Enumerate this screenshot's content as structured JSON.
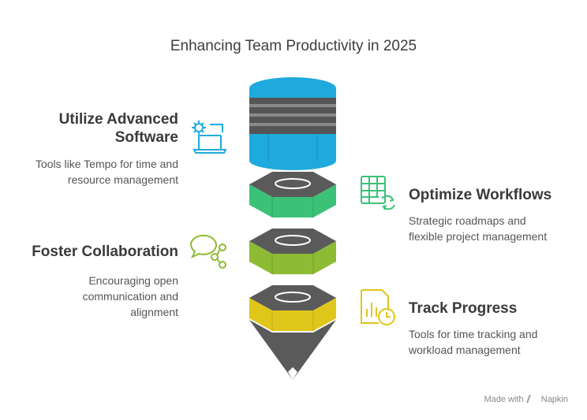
{
  "title": "Enhancing Team Productivity in 2025",
  "items": [
    {
      "heading": "Utilize Advanced Software",
      "desc_lines": [
        "Tools like Tempo for time and",
        "resource management"
      ],
      "icon": "settings-laptop-icon",
      "color": "#1eaadc"
    },
    {
      "heading": "Optimize Workflows",
      "desc_lines": [
        "Strategic roadmaps and",
        "flexible project management"
      ],
      "icon": "spreadsheet-refresh-icon",
      "color": "#3cc178"
    },
    {
      "heading": "Foster Collaboration",
      "desc_lines": [
        "Encouraging open",
        "communication and",
        "alignment"
      ],
      "icon": "chat-share-icon",
      "color": "#8dbb33"
    },
    {
      "heading": "Track Progress",
      "desc_lines": [
        "Tools for time tracking and",
        "workload management"
      ],
      "icon": "chart-clock-icon",
      "color": "#e0c61b"
    }
  ],
  "footer": {
    "made_with": "Made with",
    "brand": "Napkin"
  }
}
